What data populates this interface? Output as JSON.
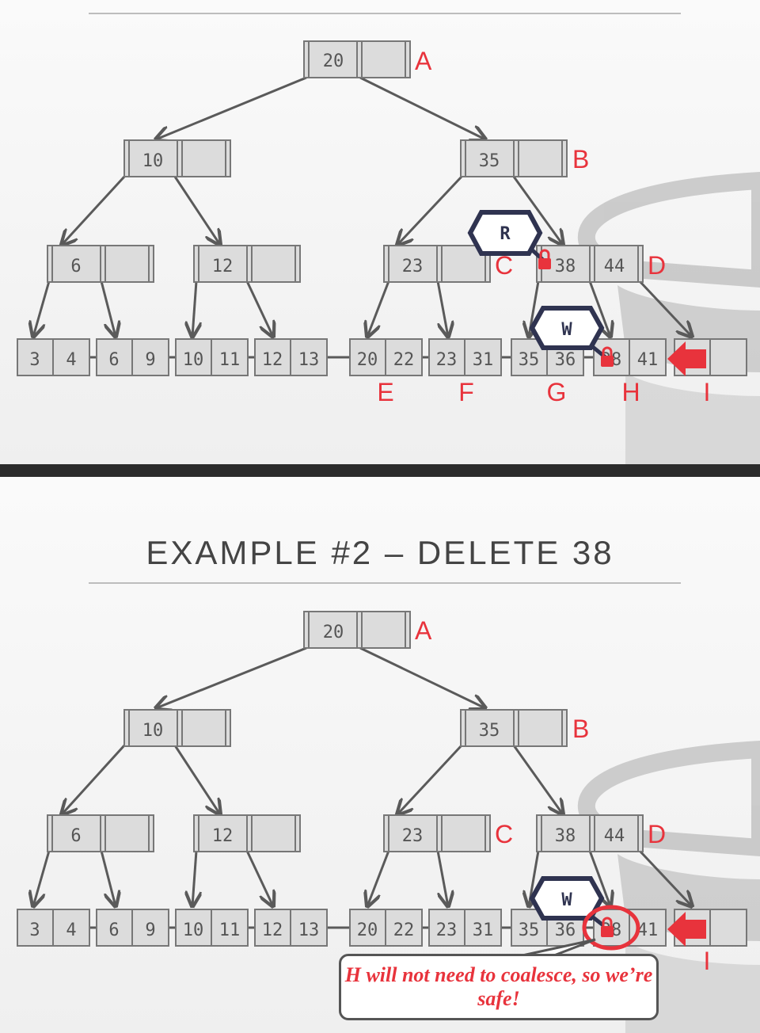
{
  "slide1": {
    "locks": {
      "read": "R",
      "write": "W"
    }
  },
  "slide2": {
    "title": "EXAMPLE #2 – DELETE 38",
    "locks": {
      "write": "W"
    },
    "callout": "H will not need to coalesce, so we’re safe!"
  },
  "tree": {
    "node_a": {
      "label": "A",
      "keys": [
        "20",
        ""
      ]
    },
    "node_b": {
      "label": "B",
      "keys": [
        "35",
        ""
      ]
    },
    "node_c": {
      "label": "C",
      "keys": [
        "23",
        ""
      ]
    },
    "node_d": {
      "label": "D",
      "keys": [
        "38",
        "44"
      ]
    },
    "node_10": {
      "keys": [
        "10",
        ""
      ]
    },
    "node_6": {
      "keys": [
        "6",
        ""
      ]
    },
    "node_12": {
      "keys": [
        "12",
        ""
      ]
    },
    "leaves": [
      {
        "keys": [
          "3",
          "4"
        ]
      },
      {
        "keys": [
          "6",
          "9"
        ]
      },
      {
        "keys": [
          "10",
          "11"
        ]
      },
      {
        "keys": [
          "12",
          "13"
        ]
      },
      {
        "label": "E",
        "keys": [
          "20",
          "22"
        ]
      },
      {
        "label": "F",
        "keys": [
          "23",
          "31"
        ]
      },
      {
        "label": "G",
        "keys": [
          "35",
          "36"
        ]
      },
      {
        "label": "H",
        "keys": [
          "38",
          "41"
        ]
      },
      {
        "label": "I",
        "keys": [
          "",
          ""
        ]
      }
    ]
  },
  "colors": {
    "accent": "#e8333c",
    "lock_badge": "#2f3350",
    "node_fill": "#dcdcdc",
    "node_stroke": "#777777",
    "edge": "#5a5a5a"
  }
}
